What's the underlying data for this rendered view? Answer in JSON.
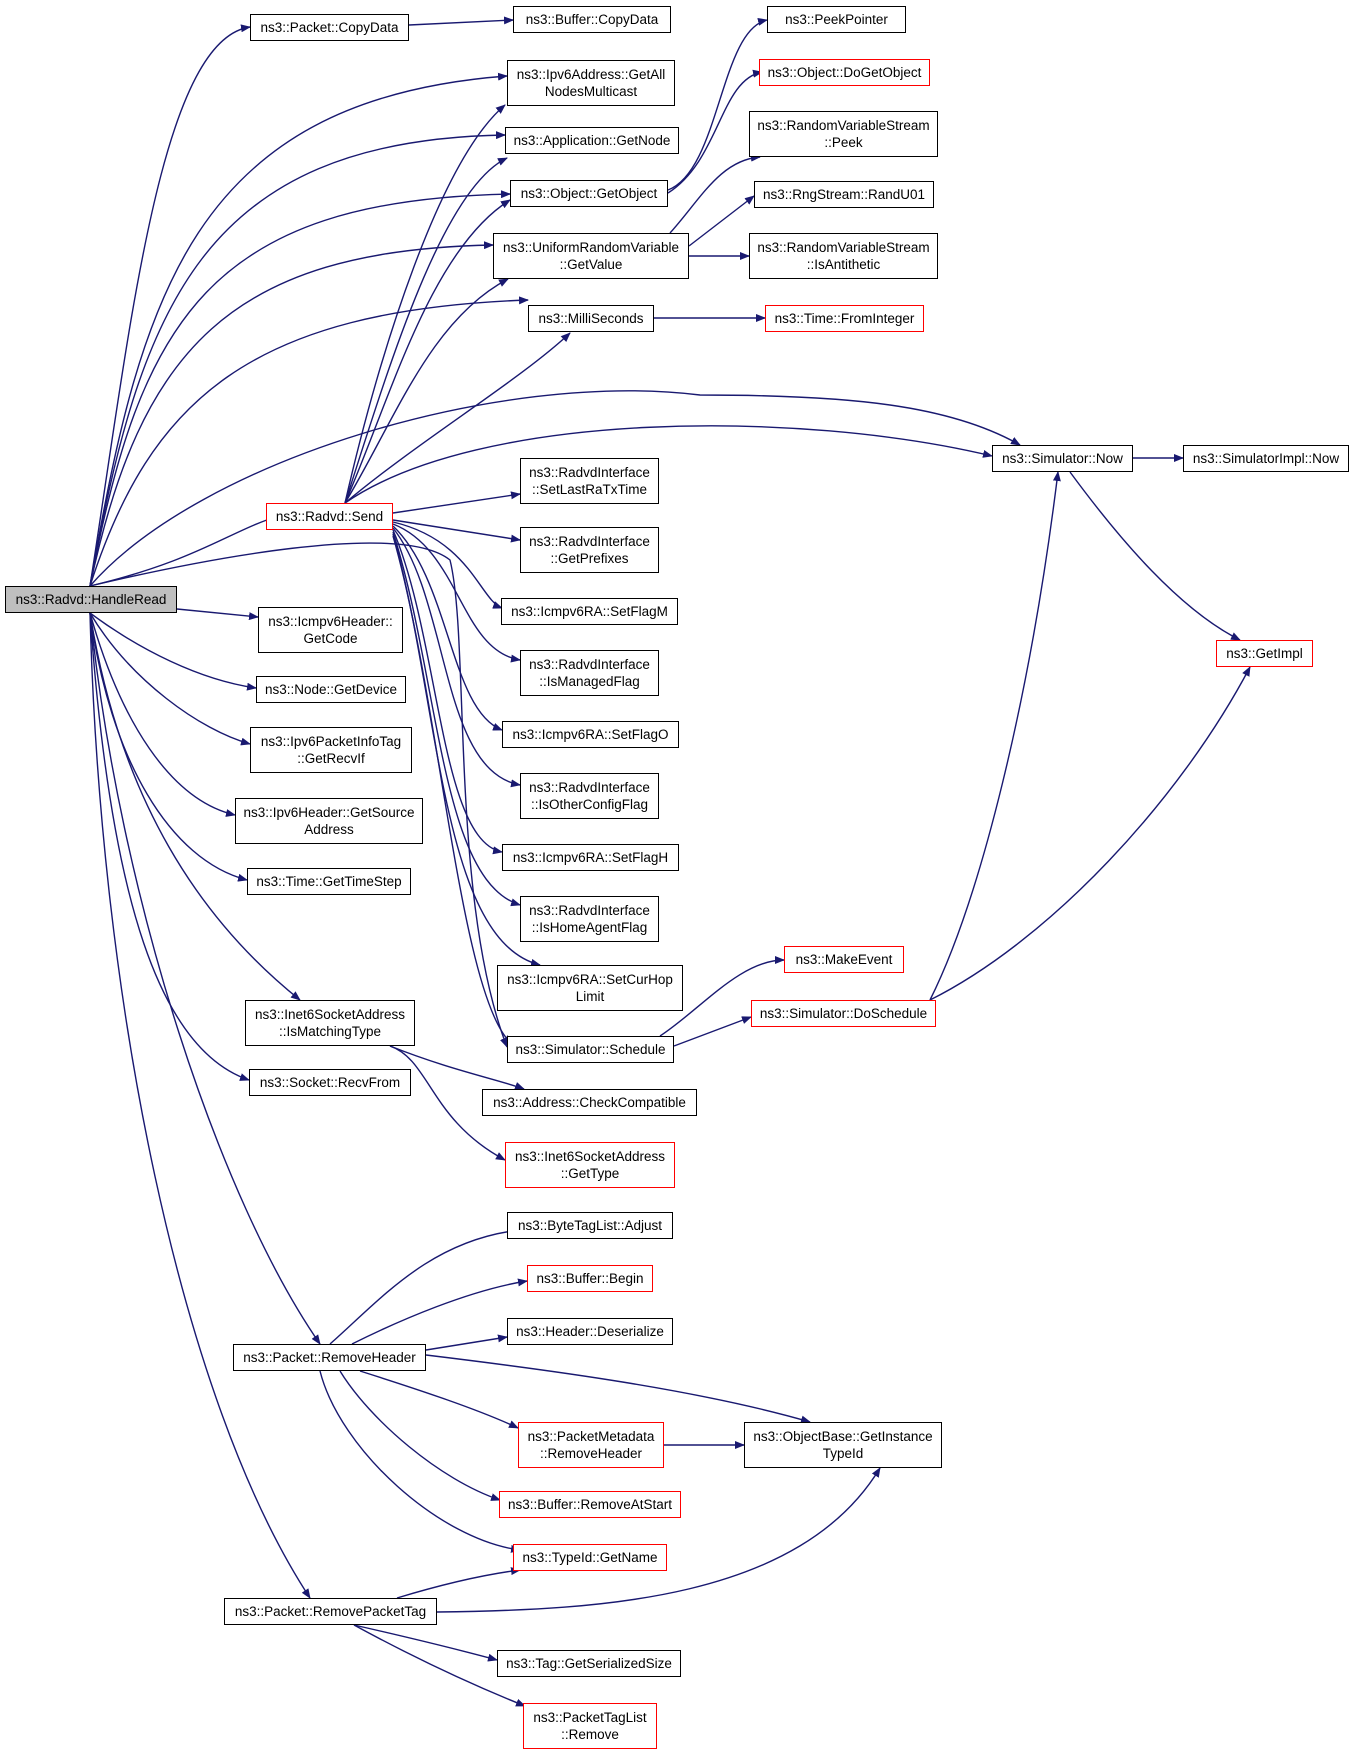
{
  "colors": {
    "edge": "#191970",
    "node_border": "#000000",
    "truncated_border": "#ff0000",
    "root_fill": "#bfbfbf"
  },
  "nodes": [
    {
      "id": "handleread",
      "lines": [
        "ns3::Radvd::HandleRead"
      ],
      "style": "root"
    },
    {
      "id": "pkt_copydata",
      "lines": [
        "ns3::Packet::CopyData"
      ],
      "style": "normal"
    },
    {
      "id": "buf_copydata",
      "lines": [
        "ns3::Buffer::CopyData"
      ],
      "style": "normal"
    },
    {
      "id": "ipv6_getall",
      "lines": [
        "ns3::Ipv6Address::GetAll",
        "NodesMulticast"
      ],
      "style": "normal"
    },
    {
      "id": "app_getnode",
      "lines": [
        "ns3::Application::GetNode"
      ],
      "style": "normal"
    },
    {
      "id": "obj_getobject",
      "lines": [
        "ns3::Object::GetObject"
      ],
      "style": "normal"
    },
    {
      "id": "peekpointer",
      "lines": [
        "ns3::PeekPointer"
      ],
      "style": "normal"
    },
    {
      "id": "obj_dogetobject",
      "lines": [
        "ns3::Object::DoGetObject"
      ],
      "style": "red"
    },
    {
      "id": "rvs_peek",
      "lines": [
        "ns3::RandomVariableStream",
        "::Peek"
      ],
      "style": "normal"
    },
    {
      "id": "rng_randu01",
      "lines": [
        "ns3::RngStream::RandU01"
      ],
      "style": "normal"
    },
    {
      "id": "urv_getvalue",
      "lines": [
        "ns3::UniformRandomVariable",
        "::GetValue"
      ],
      "style": "normal"
    },
    {
      "id": "rvs_isantithetic",
      "lines": [
        "ns3::RandomVariableStream",
        "::IsAntithetic"
      ],
      "style": "normal"
    },
    {
      "id": "milliseconds",
      "lines": [
        "ns3::MilliSeconds"
      ],
      "style": "normal"
    },
    {
      "id": "time_frominteger",
      "lines": [
        "ns3::Time::FromInteger"
      ],
      "style": "red"
    },
    {
      "id": "sim_now",
      "lines": [
        "ns3::Simulator::Now"
      ],
      "style": "normal"
    },
    {
      "id": "simimpl_now",
      "lines": [
        "ns3::SimulatorImpl::Now"
      ],
      "style": "normal"
    },
    {
      "id": "radvd_send",
      "lines": [
        "ns3::Radvd::Send"
      ],
      "style": "red"
    },
    {
      "id": "ri_setlastratx",
      "lines": [
        "ns3::RadvdInterface",
        "::SetLastRaTxTime"
      ],
      "style": "normal"
    },
    {
      "id": "ri_getprefixes",
      "lines": [
        "ns3::RadvdInterface",
        "::GetPrefixes"
      ],
      "style": "normal"
    },
    {
      "id": "ra_setflagm",
      "lines": [
        "ns3::Icmpv6RA::SetFlagM"
      ],
      "style": "normal"
    },
    {
      "id": "ri_ismanaged",
      "lines": [
        "ns3::RadvdInterface",
        "::IsManagedFlag"
      ],
      "style": "normal"
    },
    {
      "id": "ra_setflago",
      "lines": [
        "ns3::Icmpv6RA::SetFlagO"
      ],
      "style": "normal"
    },
    {
      "id": "ri_isotherconfig",
      "lines": [
        "ns3::RadvdInterface",
        "::IsOtherConfigFlag"
      ],
      "style": "normal"
    },
    {
      "id": "ra_setflagh",
      "lines": [
        "ns3::Icmpv6RA::SetFlagH"
      ],
      "style": "normal"
    },
    {
      "id": "ri_ishomeagent",
      "lines": [
        "ns3::RadvdInterface",
        "::IsHomeAgentFlag"
      ],
      "style": "normal"
    },
    {
      "id": "ra_setcurhop",
      "lines": [
        "ns3::Icmpv6RA::SetCurHop",
        "Limit"
      ],
      "style": "normal"
    },
    {
      "id": "sim_schedule",
      "lines": [
        "ns3::Simulator::Schedule"
      ],
      "style": "normal"
    },
    {
      "id": "makeevent",
      "lines": [
        "ns3::MakeEvent"
      ],
      "style": "red"
    },
    {
      "id": "sim_doschedule",
      "lines": [
        "ns3::Simulator::DoSchedule"
      ],
      "style": "red"
    },
    {
      "id": "getimpl",
      "lines": [
        "ns3::GetImpl"
      ],
      "style": "red"
    },
    {
      "id": "icmpv6_getcode",
      "lines": [
        "ns3::Icmpv6Header::",
        "GetCode"
      ],
      "style": "normal"
    },
    {
      "id": "node_getdevice",
      "lines": [
        "ns3::Node::GetDevice"
      ],
      "style": "normal"
    },
    {
      "id": "ipv6pit_getrecvif",
      "lines": [
        "ns3::Ipv6PacketInfoTag",
        "::GetRecvIf"
      ],
      "style": "normal"
    },
    {
      "id": "ipv6h_getsource",
      "lines": [
        "ns3::Ipv6Header::GetSource",
        "Address"
      ],
      "style": "normal"
    },
    {
      "id": "time_gettimestep",
      "lines": [
        "ns3::Time::GetTimeStep"
      ],
      "style": "normal"
    },
    {
      "id": "i6sa_ismatching",
      "lines": [
        "ns3::Inet6SocketAddress",
        "::IsMatchingType"
      ],
      "style": "normal"
    },
    {
      "id": "socket_recvfrom",
      "lines": [
        "ns3::Socket::RecvFrom"
      ],
      "style": "normal"
    },
    {
      "id": "addr_checkcompat",
      "lines": [
        "ns3::Address::CheckCompatible"
      ],
      "style": "normal"
    },
    {
      "id": "i6sa_gettype",
      "lines": [
        "ns3::Inet6SocketAddress",
        "::GetType"
      ],
      "style": "red"
    },
    {
      "id": "btl_adjust",
      "lines": [
        "ns3::ByteTagList::Adjust"
      ],
      "style": "normal"
    },
    {
      "id": "buf_begin",
      "lines": [
        "ns3::Buffer::Begin"
      ],
      "style": "red"
    },
    {
      "id": "hdr_deserialize",
      "lines": [
        "ns3::Header::Deserialize"
      ],
      "style": "normal"
    },
    {
      "id": "pkt_removeheader",
      "lines": [
        "ns3::Packet::RemoveHeader"
      ],
      "style": "normal"
    },
    {
      "id": "pm_removeheader",
      "lines": [
        "ns3::PacketMetadata",
        "::RemoveHeader"
      ],
      "style": "red"
    },
    {
      "id": "ob_getinstance",
      "lines": [
        "ns3::ObjectBase::GetInstance",
        "TypeId"
      ],
      "style": "normal"
    },
    {
      "id": "buf_removeatstart",
      "lines": [
        "ns3::Buffer::RemoveAtStart"
      ],
      "style": "red"
    },
    {
      "id": "typeid_getname",
      "lines": [
        "ns3::TypeId::GetName"
      ],
      "style": "red"
    },
    {
      "id": "pkt_removepackettag",
      "lines": [
        "ns3::Packet::RemovePacketTag"
      ],
      "style": "normal"
    },
    {
      "id": "tag_getserialized",
      "lines": [
        "ns3::Tag::GetSerializedSize"
      ],
      "style": "normal"
    },
    {
      "id": "ptl_remove",
      "lines": [
        "ns3::PacketTagList",
        "::Remove"
      ],
      "style": "red"
    }
  ]
}
